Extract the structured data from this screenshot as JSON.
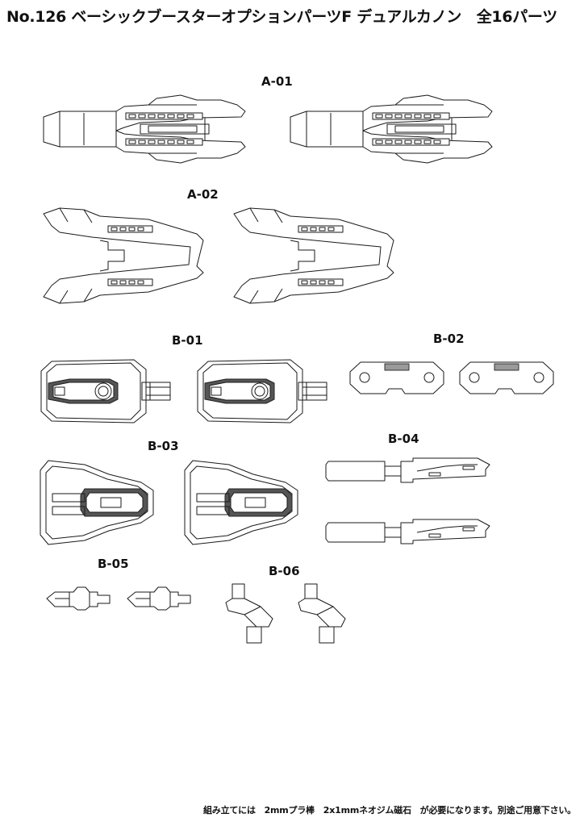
{
  "title": "No.126 ベーシックブースターオプションパーツF デュアルカノン　全16パーツ",
  "parts": {
    "a01": "A-01",
    "a02": "A-02",
    "b01": "B-01",
    "b02": "B-02",
    "b03": "B-03",
    "b04": "B-04",
    "b05": "B-05",
    "b06": "B-06"
  },
  "footer": "組み立てには　2mmプラ棒　2x1mmネオジム磁石　が必要になります。別途ご用意下さい。"
}
